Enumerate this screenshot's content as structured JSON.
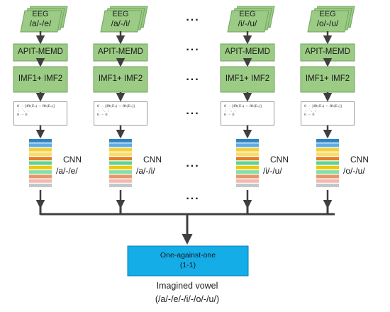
{
  "columns": [
    {
      "eeg_label": "EEG",
      "eeg_pair": "/a/-/e/",
      "apit": "APIT-MEMD",
      "imf": "IMF1+ IMF2",
      "cnn_label": "CNN",
      "cnn_pair": "/a/-/e/"
    },
    {
      "eeg_label": "EEG",
      "eeg_pair": "/a/-/i/",
      "apit": "APIT-MEMD",
      "imf": "IMF1+ IMF2",
      "cnn_label": "CNN",
      "cnn_pair": "/a/-/i/"
    },
    {
      "eeg_label": "EEG",
      "eeg_pair": "/i/-/u/",
      "apit": "APIT-MEMD",
      "imf": "IMF1+ IMF2",
      "cnn_label": "CNN",
      "cnn_pair": "/i/-/u/"
    },
    {
      "eeg_label": "EEG",
      "eeg_pair": "/o/-/u/",
      "apit": "APIT-MEMD",
      "imf": "IMF1+ IMF2",
      "cnn_label": "CNN",
      "cnn_pair": "/o/-/u/"
    }
  ],
  "matrix_rows": [
    "0  ⋯   [fft(E₁) − fft(E₂)]",
    "⋮   ⋱          ⋮",
    "0  ⋯          0"
  ],
  "ellipsis": "...",
  "final_box": {
    "line1": "One-against-one",
    "line2": "(1-1)"
  },
  "output": {
    "line1": "Imagined vowel",
    "line2": "(/a/-/e/-/i/-/o/-/u/)"
  },
  "colors": {
    "green_fill": "#9BCB84",
    "green_border": "#6FA55C",
    "blue_fill": "#14ADE8",
    "arrow": "#3f3f3f",
    "cnn_layers": [
      "#2E86C1",
      "#5DADE2",
      "#F4D03F",
      "#F7DC6F",
      "#E67E22",
      "#58D68D",
      "#F1C40F",
      "#82E0AA",
      "#E59866",
      "#F5B7B1",
      "#BFC9CA"
    ]
  }
}
